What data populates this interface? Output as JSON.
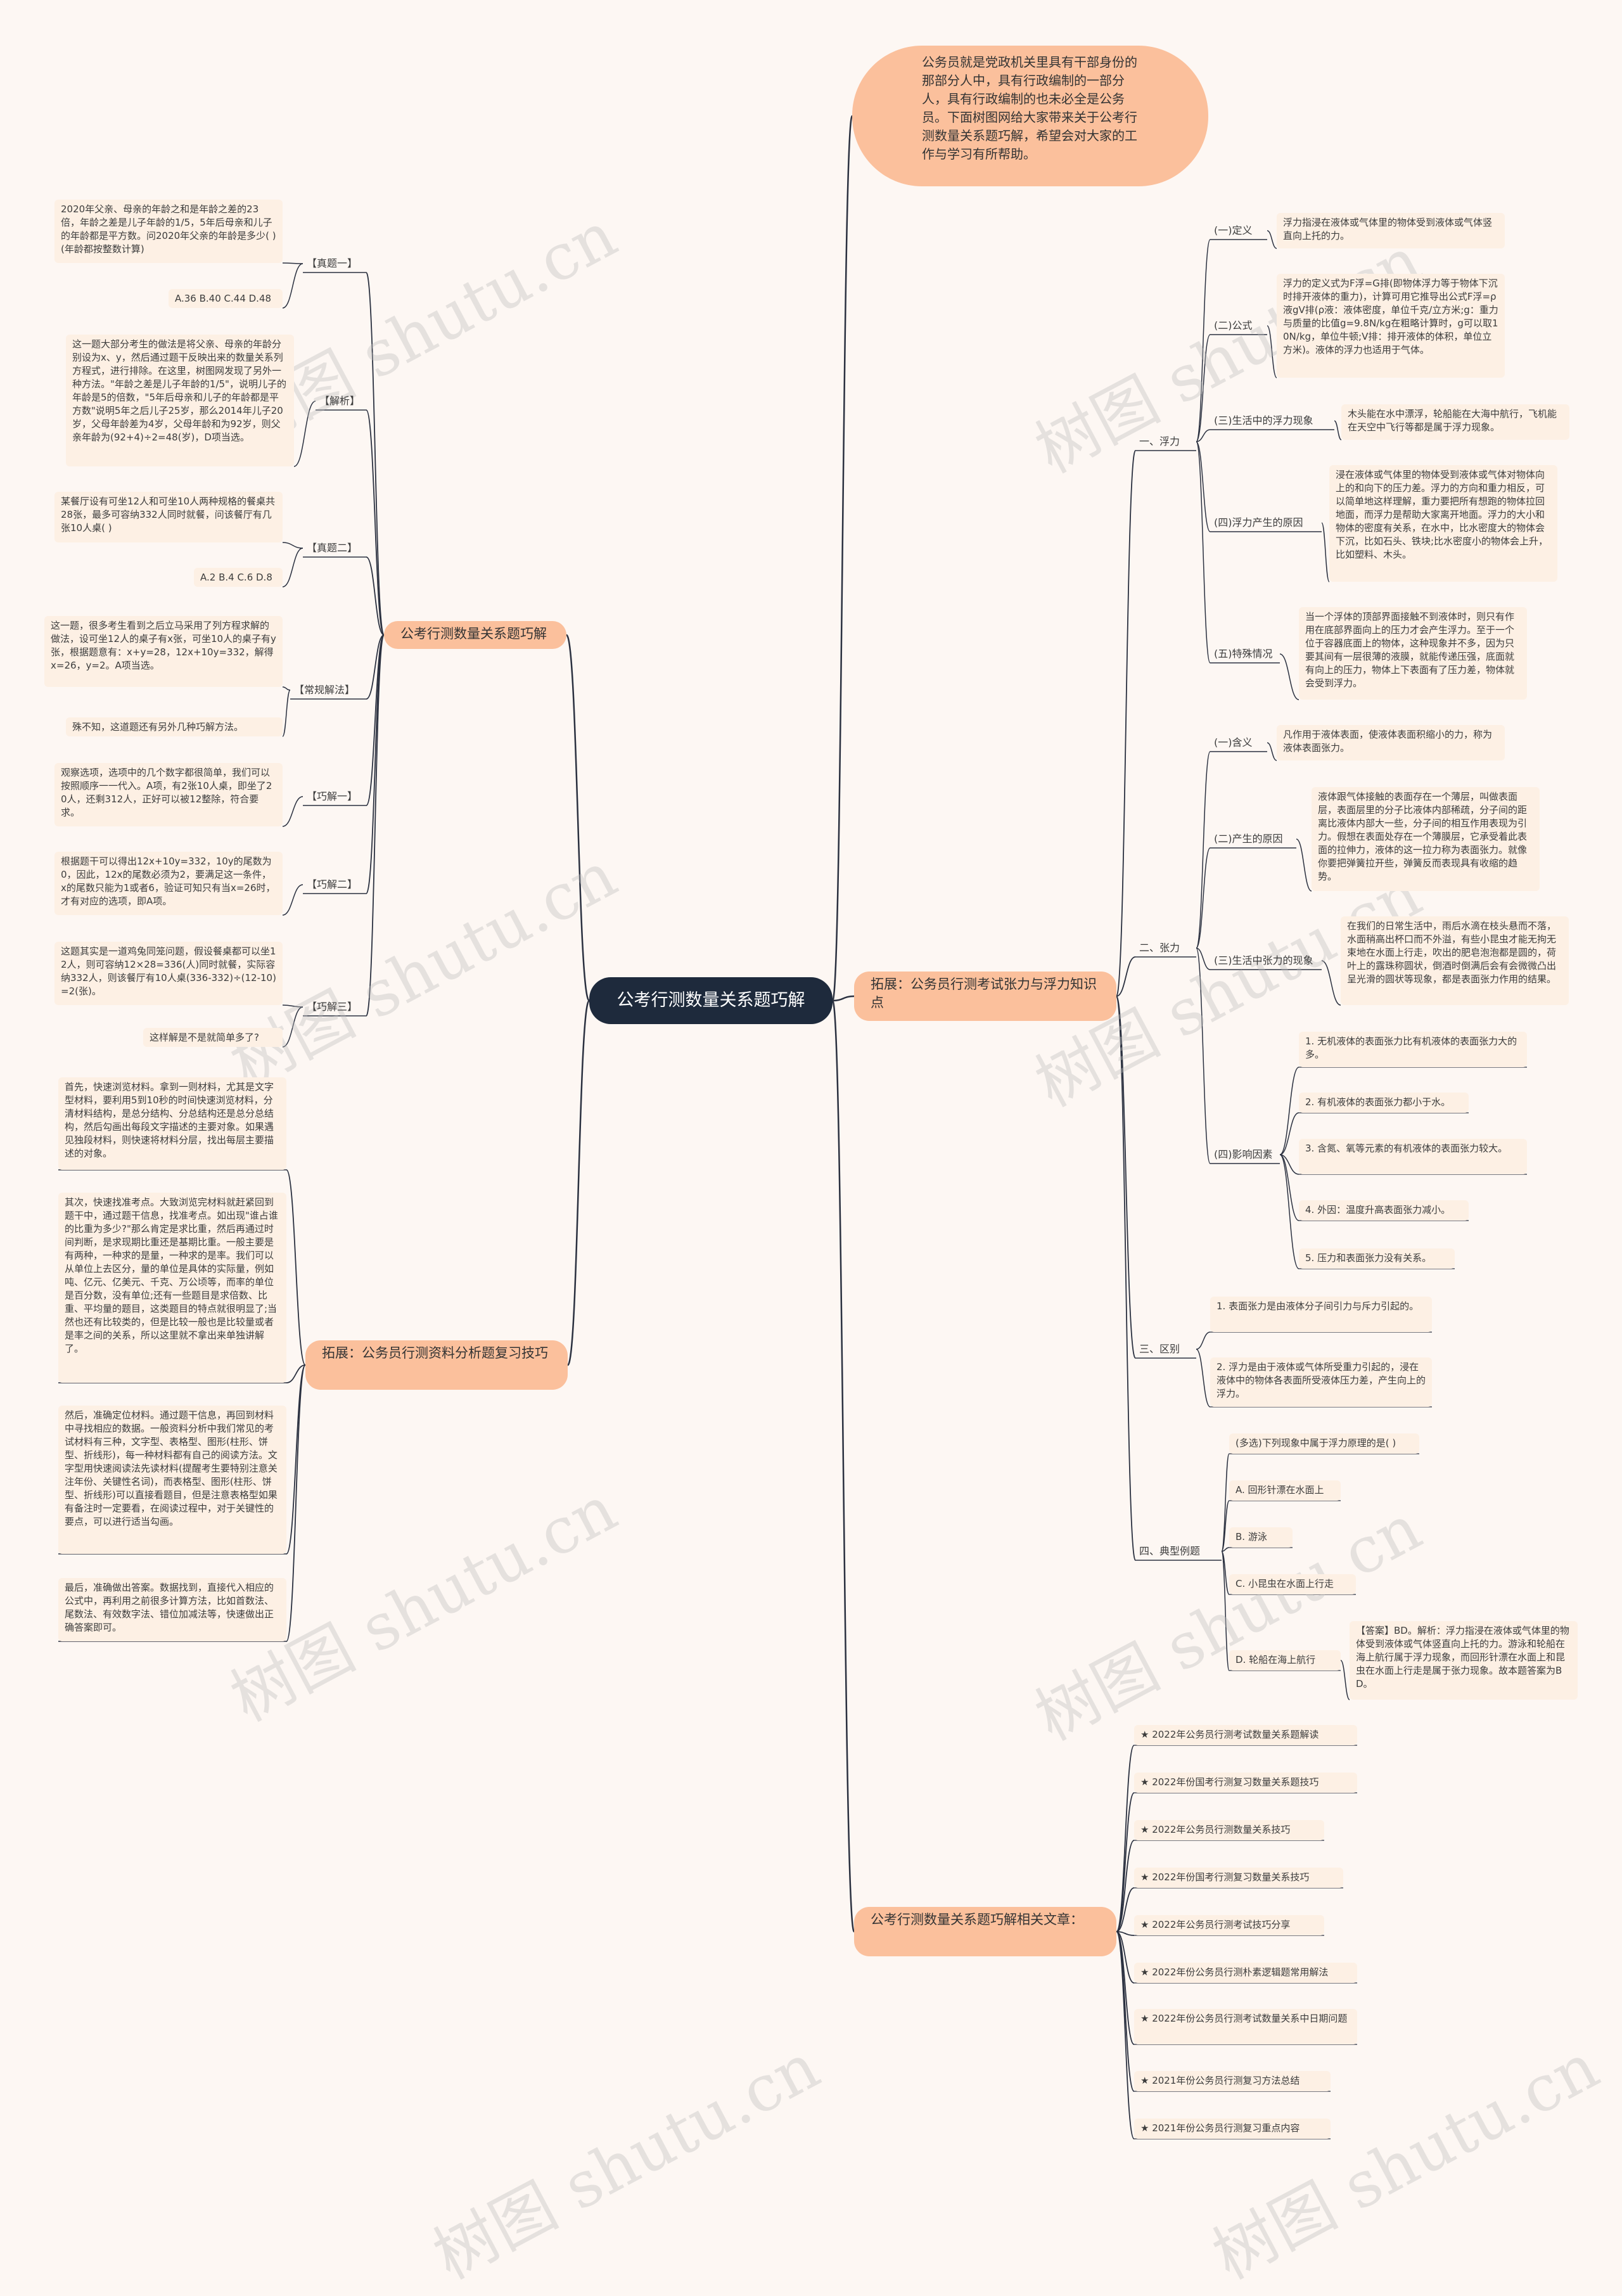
{
  "root": "公考行测数量关系题巧解",
  "intro": "公务员就是党政机关里具有干部身份的那部分人中，具有行政编制的一部分人，具有行政编制的也未必全是公务员。下面树图网给大家带来关于公考行测数量关系题巧解，希望会对大家的工作与学习有所帮助。",
  "branches": {
    "quant": "公考行测数量关系题巧解",
    "data": "拓展：公务员行测资料分析题复习技巧",
    "tension": "拓展：公务员行测考试张力与浮力知识点",
    "articles": "公考行测数量关系题巧解相关文章："
  },
  "quant": {
    "q1_label": "【真题一】",
    "q1_text": "2020年父亲、母亲的年龄之和是年龄之差的23倍，年龄之差是儿子年龄的1/5，5年后母亲和儿子的年龄都是平方数。问2020年父亲的年龄是多少( )(年龄都按整数计算)",
    "q1_options": "A.36 B.40 C.44 D.48",
    "a1_label": "【解析】",
    "a1_text": "这一题大部分考生的做法是将父亲、母亲的年龄分别设为x、y，然后通过题干反映出来的数量关系列方程式，进行排除。在这里，树图网发现了另外一种方法。\"年龄之差是儿子年龄的1/5\"，说明儿子的年龄是5的倍数，\"5年后母亲和儿子的年龄都是平方数\"说明5年之后儿子25岁，那么2014年儿子20岁，父母年龄差为4岁，父母年龄和为92岁，则父亲年龄为(92+4)÷2=48(岁)，D项当选。",
    "q2_label": "【真题二】",
    "q2_text": "某餐厅设有可坐12人和可坐10人两种规格的餐桌共28张，最多可容纳332人同时就餐，问该餐厅有几张10人桌( )",
    "q2_options": "A.2 B.4 C.6 D.8",
    "c_label": "【常规解法】",
    "c_text": "这一题，很多考生看到之后立马采用了列方程求解的做法，设可坐12人的桌子有x张，可坐10人的桌子有y张，根据题意有：x+y=28，12x+10y=332，解得x=26，y=2。A项当选。",
    "c_note": "殊不知，这道题还有另外几种巧解方法。",
    "t1_label": "【巧解一】",
    "t1_text": "观察选项，选项中的几个数字都很简单，我们可以按照顺序一一代入。A项，有2张10人桌，即坐了20人，还剩312人，正好可以被12整除，符合要求。",
    "t2_label": "【巧解二】",
    "t2_text": "根据题干可以得出12x+10y=332，10y的尾数为0，因此，12x的尾数必须为2，要满足这一条件，x的尾数只能为1或者6，验证可知只有当x=26时，才有对应的选项，即A项。",
    "t3_label": "【巧解三】",
    "t3_text": "这题其实是一道鸡兔同笼问题，假设餐桌都可以坐12人，则可容纳12×28=336(人)同时就餐，实际容纳332人，则该餐厅有10人桌(336-332)÷(12-10)=2(张)。",
    "t3_note": "这样解是不是就简单多了?"
  },
  "data_tips": [
    "首先，快速浏览材料。拿到一则材料，尤其是文字型材料，要利用5到10秒的时间快速浏览材料，分清材料结构，是总分结构、分总结构还是总分总结构，然后勾画出每段文字描述的主要对象。如果遇见独段材料，则快速将材料分层，找出每层主要描述的对象。",
    "其次，快速找准考点。大致浏览完材料就赶紧回到题干中，通过题干信息，找准考点。如出现\"谁占谁的比重为多少?\"那么肯定是求比重，然后再通过时间判断，是求现期比重还是基期比重。一般主要是有两种，一种求的是量，一种求的是率。我们可以从单位上去区分，量的单位是具体的实际量，例如吨、亿元、亿美元、千克、万公顷等，而率的单位是百分数，没有单位;还有一些题目是求倍数、比重、平均量的题目，这类题目的特点就很明显了;当然也还有比较类的，但是比较一般也是比较量或者是率之间的关系，所以这里就不拿出来单独讲解了。",
    "然后，准确定位材料。通过题干信息，再回到材料中寻找相应的数据。一般资料分析中我们常见的考试材料有三种，文字型、表格型、图形(柱形、饼型、折线形)，每一种材料都有自己的阅读方法。文字型用快速阅读法先读材料(提醒考生要特别注意关注年份、关键性名词)，而表格型、图形(柱形、饼型、折线形)可以直接看题目，但是注意表格型如果有备注时一定要看，在阅读过程中，对于关键性的要点，可以进行适当勾画。",
    "最后，准确做出答案。数据找到，直接代入相应的公式中，再利用之前很多计算方法，比如首数法、尾数法、有效数字法、错位加减法等，快速做出正确答案即可。"
  ],
  "float": {
    "label": "一、浮力",
    "def_label": "(一)定义",
    "def_text": "浮力指浸在液体或气体里的物体受到液体或气体竖直向上托的力。",
    "formula_label": "(二)公式",
    "formula_text": "浮力的定义式为F浮=G排(即物体浮力等于物体下沉时排开液体的重力)，计算可用它推导出公式F浮=ρ液gV排(ρ液：液体密度，单位千克/立方米;g：重力与质量的比值g=9.8N/kg在粗略计算时，g可以取10N/kg，单位牛顿;V排：排开液体的体积，单位立方米)。液体的浮力也适用于气体。",
    "life_label": "(三)生活中的浮力现象",
    "life_text": "木头能在水中漂浮，轮船能在大海中航行，飞机能在天空中飞行等都是属于浮力现象。",
    "cause_label": "(四)浮力产生的原因",
    "cause_text": "浸在液体或气体里的物体受到液体或气体对物体向上的和向下的压力差。浮力的方向和重力相反，可以简单地这样理解，重力要把所有想跑的物体拉回地面，而浮力是帮助大家离开地面。浮力的大小和物体的密度有关系，在水中，比水密度大的物体会下沉，比如石头、铁块;比水密度小的物体会上升，比如塑料、木头。",
    "special_label": "(五)特殊情况",
    "special_text": "当一个浮体的顶部界面接触不到液体时，则只有作用在底部界面向上的压力才会产生浮力。至于一个位于容器底面上的物体，这种现象并不多，因为只要其间有一层很薄的液膜，就能传递压强，底面就有向上的压力，物体上下表面有了压力差，物体就会受到浮力。"
  },
  "tension": {
    "label": "二、张力",
    "meaning_label": "(一)含义",
    "meaning_text": "凡作用于液体表面，使液体表面积缩小的力，称为液体表面张力。",
    "cause_label": "(二)产生的原因",
    "cause_text": "液体跟气体接触的表面存在一个薄层，叫做表面层，表面层里的分子比液体内部稀疏，分子间的距离比液体内部大一些，分子间的相互作用表现为引力。假想在表面处存在一个薄膜层，它承受着此表面的拉伸力，液体的这一拉力称为表面张力。就像你要把弹簧拉开些，弹簧反而表现具有收缩的趋势。",
    "life_label": "(三)生活中张力的现象",
    "life_text": "在我们的日常生活中，雨后水滴在枝头悬而不落，水面稍高出杯口而不外溢，有些小昆虫才能无拘无束地在水面上行走，吹出的肥皂泡泡都是圆的，荷叶上的露珠称圆状，倒酒时倒满后会有会微微凸出呈光滑的圆状等现象，都是表面张力作用的结果。",
    "factor_label": "(四)影响因素",
    "factors": [
      "1. 无机液体的表面张力比有机液体的表面张力大的多。",
      "2. 有机液体的表面张力都小于水。",
      "3. 含氮、氧等元素的有机液体的表面张力较大。",
      "4. 外因：温度升高表面张力减小。",
      "5. 压力和表面张力没有关系。"
    ]
  },
  "diff": {
    "label": "三、区别",
    "items": [
      "1. 表面张力是由液体分子间引力与斥力引起的。",
      "2. 浮力是由于液体或气体所受重力引起的，浸在液体中的物体各表面所受液体压力差，产生向上的浮力。"
    ]
  },
  "example": {
    "label": "四、典型例题",
    "question": "(多选)下列现象中属于浮力原理的是( )",
    "options": [
      "A. 回形针漂在水面上",
      "B. 游泳",
      "C. 小昆虫在水面上行走",
      "D. 轮船在海上航行"
    ],
    "answer": "【答案】BD。解析：浮力指浸在液体或气体里的物体受到液体或气体竖直向上托的力。游泳和轮船在海上航行属于浮力现象，而回形针漂在水面上和昆虫在水面上行走是属于张力现象。故本题答案为BD。"
  },
  "articles": [
    "★ 2022年公务员行测考试数量关系题解读",
    "★ 2022年份国考行测复习数量关系题技巧",
    "★ 2022年公务员行测数量关系技巧",
    "★ 2022年份国考行测复习数量关系技巧",
    "★ 2022年公务员行测考试技巧分享",
    "★ 2022年份公务员行测朴素逻辑题常用解法",
    "★ 2022年份公务员行测考试数量关系中日期问题",
    "★ 2021年份公务员行测复习方法总结",
    "★ 2021年份公务员行测复习重点内容"
  ],
  "watermark": "树图 shutu.cn",
  "colors": {
    "background": "#fdf7f3",
    "root": "#1e2a3c",
    "branch": "#fbc09c",
    "leaf": "#fdf0e4",
    "line": "#2b3140"
  }
}
